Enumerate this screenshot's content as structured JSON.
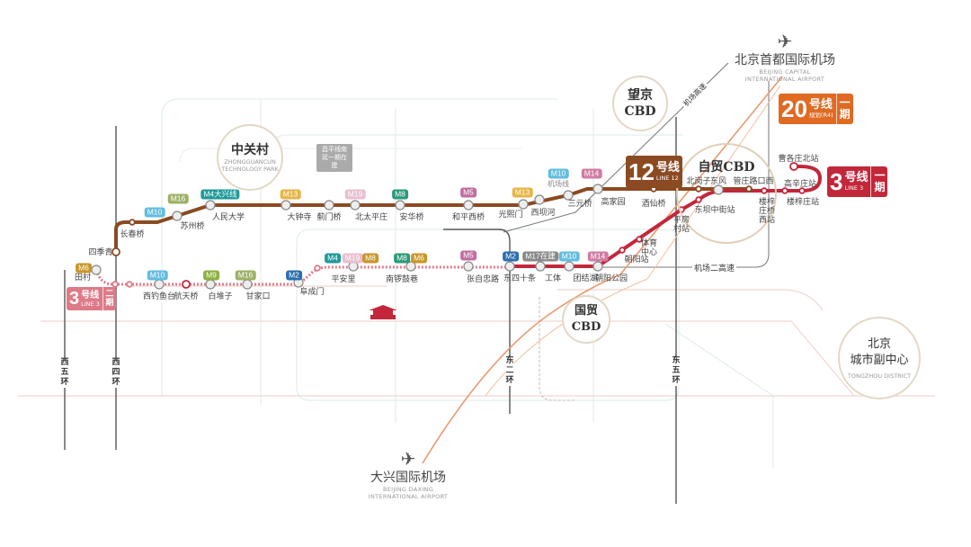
{
  "colors": {
    "line12": "#8b4a22",
    "line3": "#c3273a",
    "line3_west": "#e07a8a",
    "line20": "#e06a22",
    "airport_line": "#e8a07a"
  },
  "areas": {
    "zhongguancun": {
      "zh": "中关村",
      "en1": "ZHONGGUANCUN",
      "en2": "TECHNOLOGY PARK"
    },
    "wangjing": {
      "zh1": "望京",
      "zh2": "CBD"
    },
    "zimao": {
      "zh": "自贸CBD"
    },
    "guomao": {
      "zh1": "国贸",
      "zh2": "CBD"
    },
    "tongzhou": {
      "zh1": "北京",
      "zh2": "城市副中心",
      "en": "TONGZHOU DISTRICT"
    }
  },
  "airports": {
    "capital": {
      "zh": "北京首都国际机场",
      "en1": "BEIJING CAPITAL",
      "en2": "INTERNATIONAL AIRPORT",
      "icon": "airplane-icon"
    },
    "daxing": {
      "zh": "大兴国际机场",
      "en1": "BEIJING DAXING",
      "en2": "INTERNATIONAL AIRPORT",
      "icon": "airplane-icon"
    }
  },
  "badges": {
    "line12": {
      "num": "12",
      "hx": "号线",
      "sub": "LINE 12"
    },
    "line20": {
      "num": "20",
      "hx": "号线",
      "sub": "规划(R4)",
      "phase": "一期"
    },
    "line3": {
      "num": "3",
      "hx": "号线",
      "sub": "LINE 3",
      "phase": "一期"
    },
    "line3_west": {
      "num": "3",
      "hx": "号线",
      "sub": "LINE 3",
      "phase": "二期"
    }
  },
  "changping_note": "昌平线南延一期在建",
  "roads": {
    "airport_expressway": "机场高速",
    "airport_2nd_expressway": "机场二高速",
    "west5": "西五环",
    "west4": "西四环",
    "east2": "东二环",
    "east5": "东五环"
  },
  "line12_stations": [
    "四季青",
    "长春桥",
    "苏州桥",
    "人民大学",
    "大钟寺",
    "蓟门桥",
    "北太平庄",
    "安华桥",
    "和平西桥",
    "光熙门",
    "西坝河",
    "三元桥",
    "高家园",
    "酒仙桥",
    "北岗子",
    "东风",
    "管庄路口西"
  ],
  "line3_stations": [
    "田村",
    "西钓鱼台",
    "航天桥",
    "白堆子",
    "甘家口",
    "阜成门",
    "平安里",
    "南锣鼓巷",
    "张自忠路",
    "东四十条",
    "工体",
    "团结湖",
    "朝阳公园",
    "朝阳站",
    "体育中心",
    "平房村站",
    "东坝中街站",
    "楼梓庄桥西站",
    "楼梓庄站",
    "高辛庄站",
    "曹各庄北站"
  ],
  "transfers": [
    {
      "label": "M10",
      "color": "#62bde0"
    },
    {
      "label": "M16",
      "color": "#9db068"
    },
    {
      "label": "M4大兴线",
      "color": "#1e9a9a"
    },
    {
      "label": "M13",
      "color": "#e6b544"
    },
    {
      "label": "M19",
      "color": "#e8bfd0"
    },
    {
      "label": "M8",
      "color": "#2a9a78"
    },
    {
      "label": "M5",
      "color": "#c06ea0"
    },
    {
      "label": "M13",
      "color": "#e6b544"
    },
    {
      "label": "M10",
      "color": "#62bde0"
    },
    {
      "label": "M14",
      "color": "#d07ca2"
    },
    {
      "label": "M6",
      "color": "#c8962a"
    },
    {
      "label": "M10",
      "color": "#62bde0"
    },
    {
      "label": "M9",
      "color": "#8cb040"
    },
    {
      "label": "M16",
      "color": "#9db068"
    },
    {
      "label": "M2",
      "color": "#2a6eb0"
    },
    {
      "label": "M4",
      "color": "#1e9a9a"
    },
    {
      "label": "M19",
      "color": "#e8bfd0"
    },
    {
      "label": "M8",
      "color": "#c8962a"
    },
    {
      "label": "M8",
      "color": "#2a9a78"
    },
    {
      "label": "M6",
      "color": "#c8962a"
    },
    {
      "label": "M5",
      "color": "#c06ea0"
    },
    {
      "label": "M2",
      "color": "#2a6eb0"
    },
    {
      "label": "M17在建",
      "color": "#888888"
    },
    {
      "label": "M10",
      "color": "#62bde0"
    },
    {
      "label": "M14",
      "color": "#d07ca2"
    }
  ],
  "airport_line_label": "机场线"
}
